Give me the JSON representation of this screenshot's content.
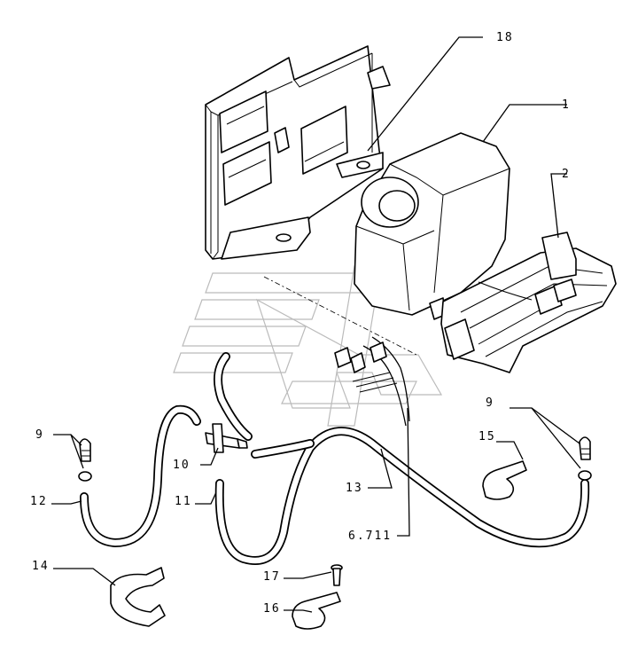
{
  "callouts": {
    "c1": "1",
    "c2": "2",
    "c9a": "9",
    "c9b": "9",
    "c10": "10",
    "c11": "11",
    "c12": "12",
    "c13": "13",
    "c14": "14",
    "c15": "15",
    "c16": "16",
    "c17": "17",
    "c18": "18",
    "c6711": "6.711"
  },
  "parts": [
    "mounting-bracket",
    "washer-reservoir",
    "reservoir-strap",
    "washer-nozzle",
    "t-connector",
    "hose",
    "cable-clamp",
    "screw",
    "p-clip",
    "wiring-harness"
  ]
}
